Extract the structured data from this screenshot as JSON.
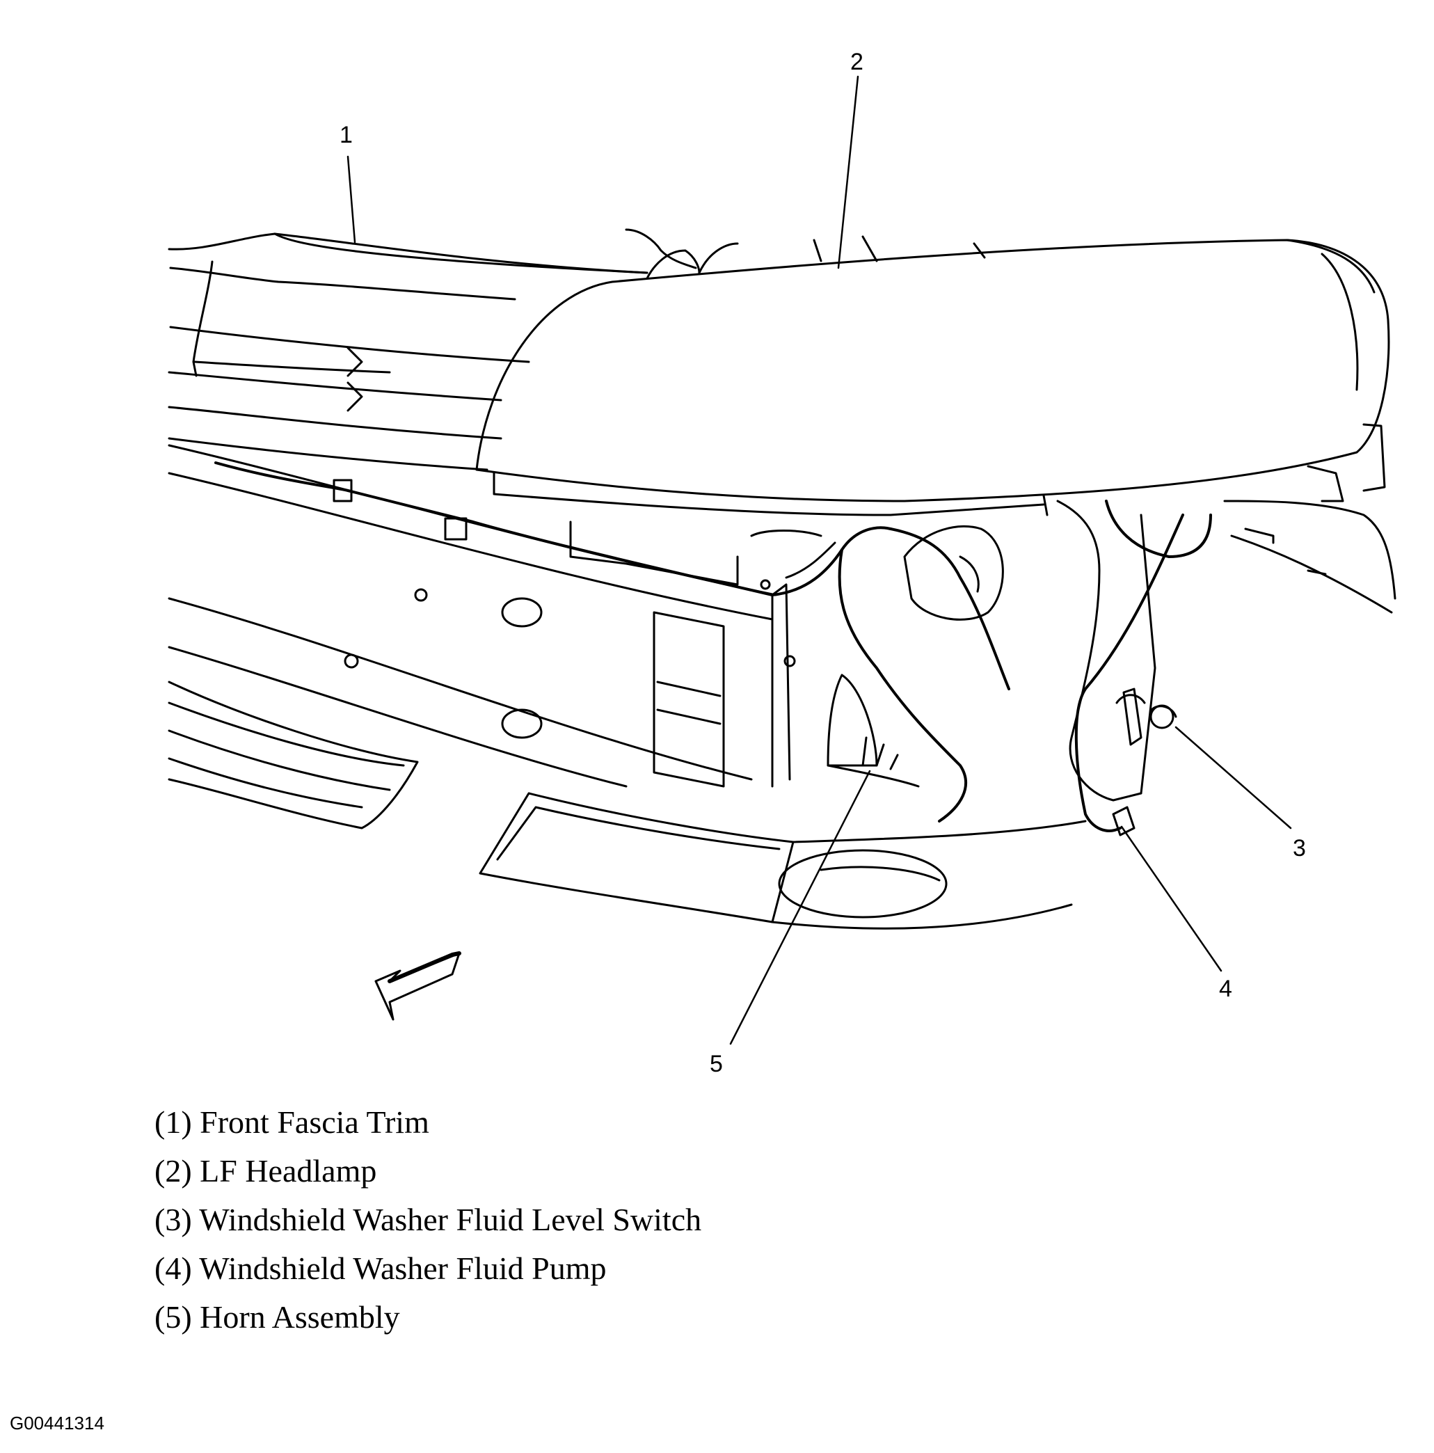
{
  "callouts": [
    {
      "number": "1",
      "label": "Front Fascia Trim"
    },
    {
      "number": "2",
      "label": "LF Headlamp"
    },
    {
      "number": "3",
      "label": "Windshield Washer Fluid Level Switch"
    },
    {
      "number": "4",
      "label": "Windshield Washer Fluid Pump"
    },
    {
      "number": "5",
      "label": "Horn Assembly"
    }
  ],
  "legend": [
    "(1) Front Fascia Trim",
    "(2) LF Headlamp",
    "(3) Windshield Washer Fluid Level Switch",
    "(4) Windshield Washer Fluid Pump",
    "(5) Horn Assembly"
  ],
  "figure_id": "G00441314"
}
